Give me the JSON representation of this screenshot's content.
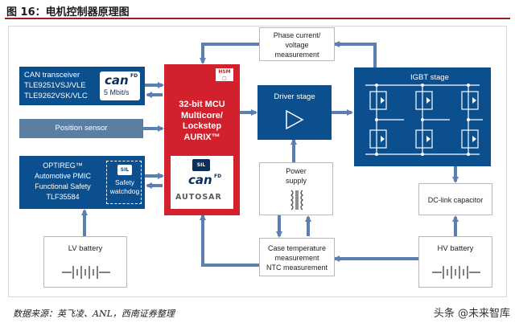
{
  "header": {
    "figure_title": "图 16：电机控制器原理图"
  },
  "blocks": {
    "can": {
      "lines": [
        "CAN transceiver",
        "TLE9251VSJ/VLE",
        "TLE9262VSK/VLC"
      ],
      "logo": "can",
      "logo_sup": "FD",
      "speed": "5 Mbit/s"
    },
    "position": {
      "label": "Position sensor"
    },
    "pmic": {
      "lines": [
        "OPTIREG™",
        "Automotive PMIC",
        "Functional Safety",
        "TLF35584"
      ],
      "safety": [
        "Safety",
        "watchdog"
      ],
      "sil": "SIL"
    },
    "lv": {
      "label": "LV battery"
    },
    "mcu": {
      "hsm": "HSM",
      "lines": [
        "32-bit MCU",
        "Multicore/",
        "Lockstep",
        "AURIX™"
      ],
      "sil": "SIL",
      "logo": "can",
      "logo_sup": "FD",
      "autosar": "AUTOSAR"
    },
    "phase": {
      "lines": [
        "Phase current/",
        "voltage",
        "measurement"
      ]
    },
    "driver": {
      "label": "Driver stage"
    },
    "power": {
      "lines": [
        "Power",
        "supply"
      ]
    },
    "case": {
      "lines": [
        "Case temperature",
        "measurement",
        "NTC measurement"
      ]
    },
    "igbt": {
      "label": "IGBT stage"
    },
    "dclink": {
      "label": "DC-link capacitor"
    },
    "hv": {
      "label": "HV battery"
    }
  },
  "footer": {
    "source": "数据来源：英飞凌、ANL，西南证券整理"
  },
  "watermark": {
    "text": "头条 @未来智库"
  },
  "colors": {
    "blue": "#0b4f8e",
    "red": "#d3202d",
    "arrow": "#5a7fb0",
    "header_rule": "#9c1f20"
  }
}
